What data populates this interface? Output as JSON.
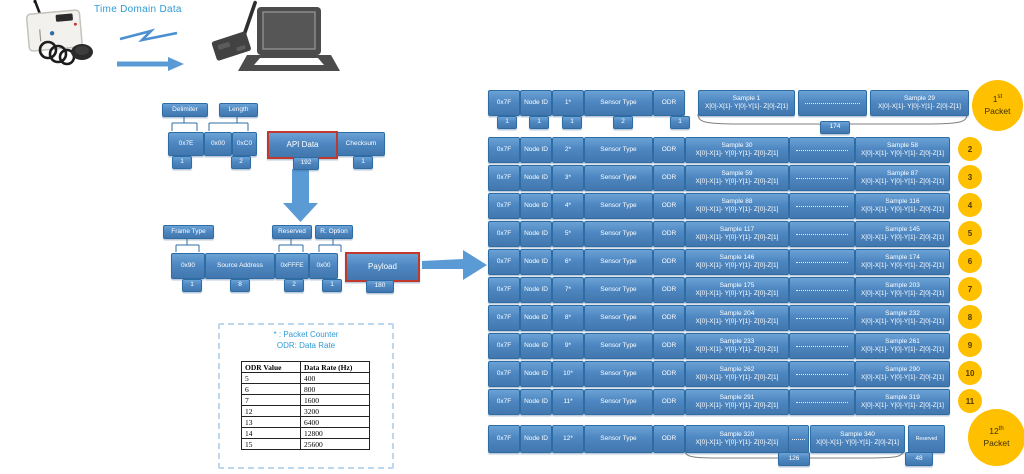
{
  "scene": {
    "title": "Time Domain Data"
  },
  "colors": {
    "box_blue": "#4e87c1",
    "box_border": "#2e6da4",
    "accent_red": "#c0392b",
    "badge_yellow": "#ffc000",
    "text_blue": "#2e9bd5"
  },
  "api_frame": {
    "callouts": [
      "Delimiter",
      "Length"
    ],
    "cells": [
      "0x7E",
      "0x00",
      "0xC0",
      "API Data",
      "Checksum"
    ],
    "sizes": [
      "1",
      "2",
      "192",
      "1"
    ]
  },
  "payload_frame": {
    "callouts": [
      "Frame Type",
      "Reserved",
      "R. Option"
    ],
    "cells": [
      "0x90",
      "Source Address",
      "0xFFFE",
      "0x00",
      "Payload"
    ],
    "sizes": [
      "1",
      "8",
      "2",
      "1",
      "180"
    ]
  },
  "note": {
    "line1": "* : Packet Counter",
    "line2": "ODR: Data Rate",
    "table": {
      "headers": [
        "ODR Value",
        "Data Rate (Hz)"
      ],
      "rows": [
        [
          "5",
          "400"
        ],
        [
          "6",
          "800"
        ],
        [
          "7",
          "1600"
        ],
        [
          "12",
          "3200"
        ],
        [
          "13",
          "6400"
        ],
        [
          "14",
          "12800"
        ],
        [
          "15",
          "25600"
        ]
      ]
    }
  },
  "packets": {
    "sample_axes": "X[0]-X[1]- Y[0]-Y[1]- Z[0]-Z[1]",
    "header_sizes": [
      "1",
      "1",
      "1",
      "2",
      "1"
    ],
    "first_row": {
      "delimiter": "0x7F",
      "node": "Node ID",
      "counter": "1*",
      "sensor": "Sensor Type",
      "odr": "ODR",
      "sample_start": "Sample 1",
      "sample_end": "Sample 29",
      "payload_size": "174",
      "badge": {
        "num": "1",
        "sup": "st",
        "word": "Packet"
      }
    },
    "middle_rows": [
      {
        "delimiter": "0x7F",
        "node": "Node ID",
        "counter": "2*",
        "sensor": "Sensor Type",
        "odr": "ODR",
        "sample_start": "Sample 30",
        "sample_end": "Sample 58",
        "badge": "2"
      },
      {
        "delimiter": "0x7F",
        "node": "Node ID",
        "counter": "3*",
        "sensor": "Sensor Type",
        "odr": "ODR",
        "sample_start": "Sample 59",
        "sample_end": "Sample 87",
        "badge": "3"
      },
      {
        "delimiter": "0x7F",
        "node": "Node ID",
        "counter": "4*",
        "sensor": "Sensor Type",
        "odr": "ODR",
        "sample_start": "Sample 88",
        "sample_end": "Sample 116",
        "badge": "4"
      },
      {
        "delimiter": "0x7F",
        "node": "Node ID",
        "counter": "5*",
        "sensor": "Sensor Type",
        "odr": "ODR",
        "sample_start": "Sample 117",
        "sample_end": "Sample 145",
        "badge": "5"
      },
      {
        "delimiter": "0x7F",
        "node": "Node ID",
        "counter": "6*",
        "sensor": "Sensor Type",
        "odr": "ODR",
        "sample_start": "Sample 146",
        "sample_end": "Sample 174",
        "badge": "6"
      },
      {
        "delimiter": "0x7F",
        "node": "Node ID",
        "counter": "7*",
        "sensor": "Sensor Type",
        "odr": "ODR",
        "sample_start": "Sample 175",
        "sample_end": "Sample 203",
        "badge": "7"
      },
      {
        "delimiter": "0x7F",
        "node": "Node ID",
        "counter": "8*",
        "sensor": "Sensor Type",
        "odr": "ODR",
        "sample_start": "Sample 204",
        "sample_end": "Sample 232",
        "badge": "8"
      },
      {
        "delimiter": "0x7F",
        "node": "Node ID",
        "counter": "9*",
        "sensor": "Sensor Type",
        "odr": "ODR",
        "sample_start": "Sample 233",
        "sample_end": "Sample 261",
        "badge": "9"
      },
      {
        "delimiter": "0x7F",
        "node": "Node ID",
        "counter": "10*",
        "sensor": "Sensor Type",
        "odr": "ODR",
        "sample_start": "Sample 262",
        "sample_end": "Sample 290",
        "badge": "10"
      },
      {
        "delimiter": "0x7F",
        "node": "Node ID",
        "counter": "11*",
        "sensor": "Sensor Type",
        "odr": "ODR",
        "sample_start": "Sample 291",
        "sample_end": "Sample 319",
        "badge": "11"
      }
    ],
    "last_row": {
      "delimiter": "0x7F",
      "node": "Node ID",
      "counter": "12*",
      "sensor": "Sensor Type",
      "odr": "ODR",
      "sample_start": "Sample 320",
      "sample_end": "Sample 340",
      "reserved": "Reserved",
      "samples_size": "126",
      "reserved_size": "48",
      "badge": {
        "num": "12",
        "sup": "th",
        "word": "Packet"
      }
    }
  }
}
